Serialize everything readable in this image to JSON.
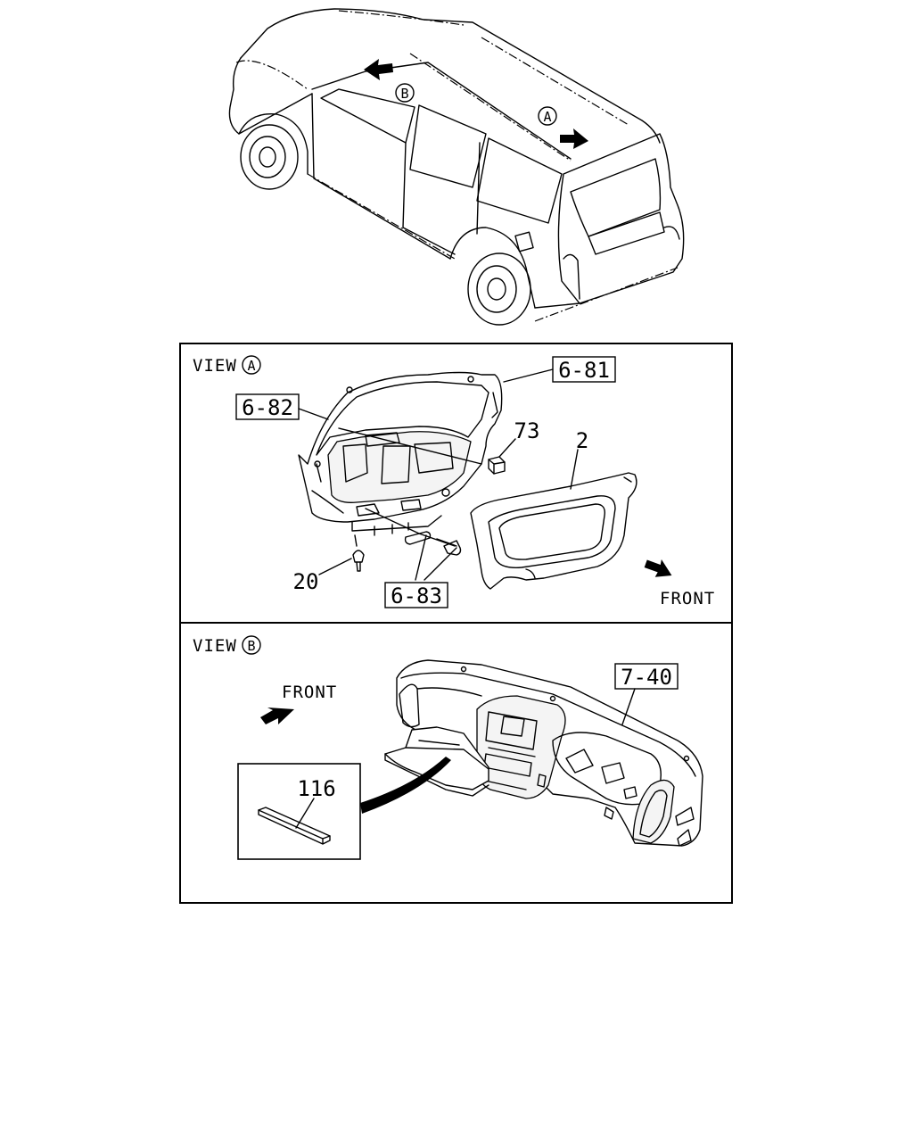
{
  "vehicle": {
    "marker_a": "A",
    "marker_b": "B"
  },
  "view_a": {
    "label_prefix": "VIEW",
    "marker": "A",
    "front_label": "FRONT",
    "callouts": {
      "ref_6_81": "6-81",
      "ref_6_82": "6-82",
      "ref_6_83": "6-83",
      "part_73": "73",
      "part_2": "2",
      "part_20": "20"
    }
  },
  "view_b": {
    "label_prefix": "VIEW",
    "marker": "B",
    "front_label": "FRONT",
    "callouts": {
      "ref_7_40": "7-40",
      "part_116": "116"
    }
  }
}
